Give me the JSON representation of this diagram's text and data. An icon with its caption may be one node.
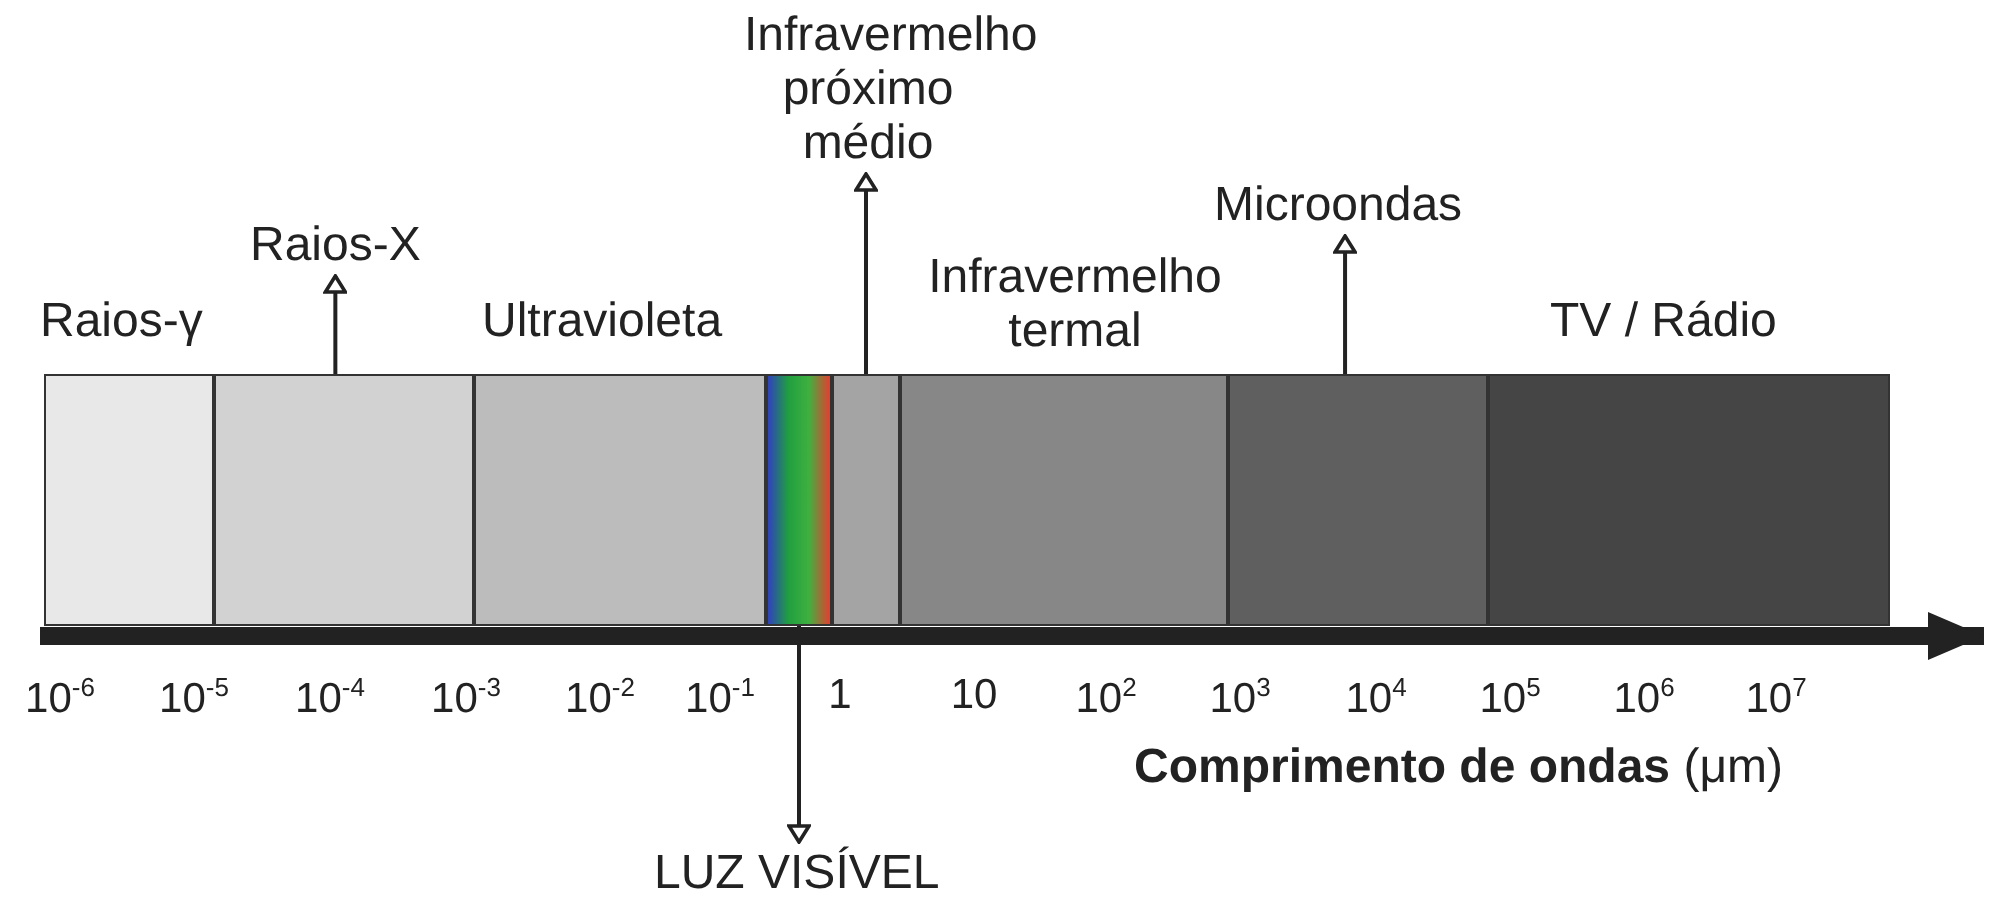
{
  "diagram": {
    "nodes": [
      {
        "text": [
          "Raios-γ"
        ]
      },
      {
        "text": [],
        "shape": "box"
      },
      {
        "text": [
          "Raios-X"
        ]
      },
      {
        "text": [
          "Ultravioleta"
        ]
      },
      {
        "text": [],
        "shape": "box"
      },
      {
        "text": [],
        "shape": "box"
      },
      {
        "text": [
          "Infravermelho próximo médio"
        ]
      },
      {
        "text": [
          "Infravermelho termal"
        ]
      },
      {
        "text": [],
        "shape": "box"
      },
      {
        "text": [
          "Microondas"
        ]
      },
      {
        "text": [
          "TV / Rádio"
        ]
      },
      {
        "text": [
          "LUZ VISÍVEL"
        ]
      }
    ],
    "edges": [
      {
        "from": 1,
        "to": 2,
        "arrow": "to"
      },
      {
        "from": 5,
        "to": 6,
        "arrow": "to"
      },
      {
        "from": 8,
        "to": 9,
        "arrow": "to"
      },
      {
        "from": 4,
        "to": 11,
        "arrow": "to"
      }
    ],
    "labels": [
      "10$^{-6}$",
      "10$^{-5}$",
      "10$^{-4}$",
      "10$^{-3}$",
      "10$^{-2}$",
      "10$^{-1}$",
      "1",
      "10",
      "10$^{2}$",
      "10$^{3}$",
      "10$^{4}$",
      "10$^{5}$",
      "10$^{6}$",
      "10$^{7}$",
      "**Comprimento de ondas** (μm)"
    ]
  }
}
